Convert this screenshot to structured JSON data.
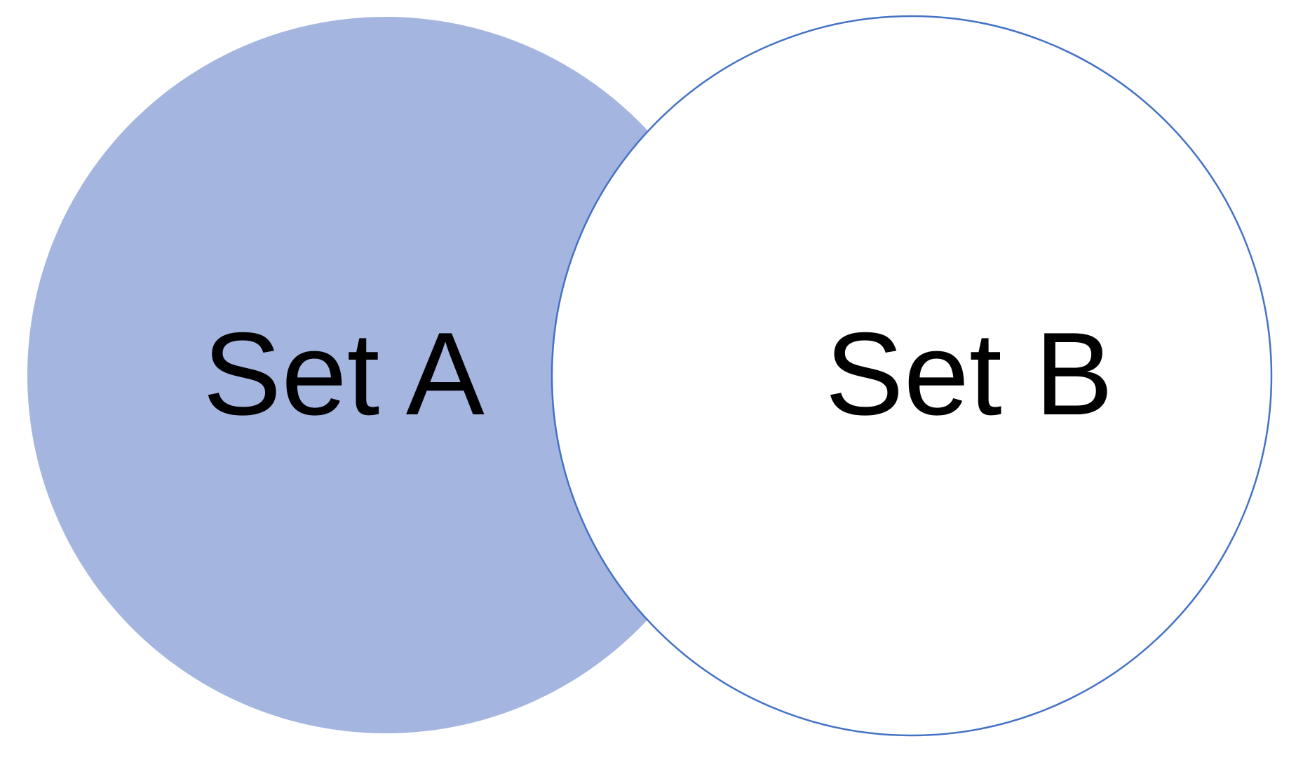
{
  "diagram": {
    "kind": "venn-two-circles",
    "background": "#ffffff",
    "sets": [
      {
        "label": "Set A",
        "fill": "#a4b5e0",
        "stroke": "none",
        "stroke_width": "0"
      },
      {
        "label": "Set B",
        "fill": "#ffffff",
        "stroke": "#4472c4",
        "stroke_width": "2.5"
      }
    ]
  }
}
